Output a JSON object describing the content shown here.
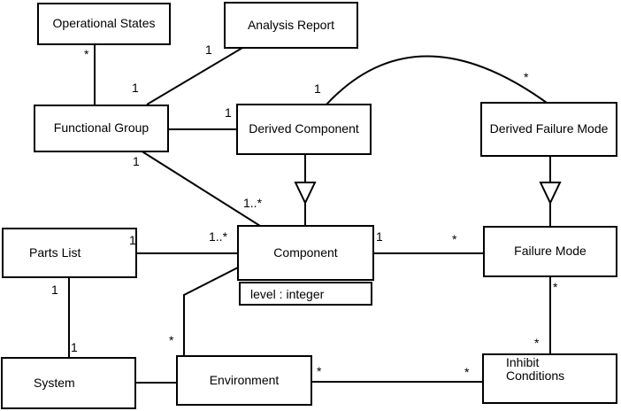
{
  "diagram": {
    "type": "uml-class-diagram",
    "classes": [
      {
        "id": "operational-states",
        "name": "Operational States"
      },
      {
        "id": "analysis-report",
        "name": "Analysis Report"
      },
      {
        "id": "functional-group",
        "name": "Functional Group"
      },
      {
        "id": "derived-component",
        "name": "Derived Component"
      },
      {
        "id": "derived-failure-mode",
        "name": "Derived Failure Mode"
      },
      {
        "id": "component",
        "name": "Component",
        "attributes": [
          "level : integer"
        ]
      },
      {
        "id": "failure-mode",
        "name": "Failure Mode"
      },
      {
        "id": "parts-list",
        "name": "Parts List"
      },
      {
        "id": "system",
        "name": "System"
      },
      {
        "id": "environment",
        "name": "Environment"
      },
      {
        "id": "inhibit-conditions",
        "name": "Inhibit Conditions"
      }
    ],
    "associations": [
      {
        "from": "Operational States",
        "to": "Functional Group",
        "from_mult": "*",
        "to_mult": "",
        "type": "association"
      },
      {
        "from": "Analysis Report",
        "to": "Functional Group",
        "from_mult": "1",
        "to_mult": "1",
        "type": "association"
      },
      {
        "from": "Functional Group",
        "to": "Derived Component",
        "from_mult": "",
        "to_mult": "1",
        "type": "association"
      },
      {
        "from": "Derived Component",
        "to": "Derived Failure Mode",
        "from_mult": "1",
        "to_mult": "*",
        "type": "association-arc"
      },
      {
        "from": "Functional Group",
        "to": "Component",
        "from_mult": "1",
        "to_mult": "1..*",
        "type": "association"
      },
      {
        "from": "Derived Component",
        "to": "Component",
        "from_mult": "",
        "to_mult": "",
        "type": "generalization"
      },
      {
        "from": "Derived Failure Mode",
        "to": "Failure Mode",
        "from_mult": "",
        "to_mult": "",
        "type": "generalization"
      },
      {
        "from": "Parts List",
        "to": "Component",
        "from_mult": "1",
        "to_mult": "1..*",
        "type": "association"
      },
      {
        "from": "Component",
        "to": "Failure Mode",
        "from_mult": "1",
        "to_mult": "*",
        "type": "association"
      },
      {
        "from": "Parts List",
        "to": "System",
        "from_mult": "1",
        "to_mult": "1",
        "type": "association"
      },
      {
        "from": "Component",
        "to": "Environment",
        "from_mult": "",
        "to_mult": "*",
        "type": "association"
      },
      {
        "from": "System",
        "to": "Environment",
        "from_mult": "",
        "to_mult": "",
        "type": "association"
      },
      {
        "from": "Environment",
        "to": "Inhibit Conditions",
        "from_mult": "*",
        "to_mult": "*",
        "type": "association"
      },
      {
        "from": "Failure Mode",
        "to": "Inhibit Conditions",
        "from_mult": "*",
        "to_mult": "*",
        "type": "association"
      }
    ],
    "multiplicities": [
      {
        "id": "os-fg-at-os",
        "text": "*"
      },
      {
        "id": "ar-fg-at-fg",
        "text": "1"
      },
      {
        "id": "ar-fg-at-ar",
        "text": "1"
      },
      {
        "id": "fg-dc-at-dc",
        "text": "1"
      },
      {
        "id": "dc-dfm-at-dc",
        "text": "1"
      },
      {
        "id": "dc-dfm-at-dfm",
        "text": "*"
      },
      {
        "id": "fg-comp-at-fg",
        "text": "1"
      },
      {
        "id": "fg-comp-at-comp",
        "text": "1..*"
      },
      {
        "id": "pl-comp-at-pl",
        "text": "1"
      },
      {
        "id": "pl-comp-at-comp",
        "text": "1..*"
      },
      {
        "id": "comp-fm-at-comp",
        "text": "1"
      },
      {
        "id": "comp-fm-at-fm",
        "text": "*"
      },
      {
        "id": "pl-sys-at-pl",
        "text": "1"
      },
      {
        "id": "pl-sys-at-sys",
        "text": "1"
      },
      {
        "id": "comp-env-at-env",
        "text": "*"
      },
      {
        "id": "env-ic-at-env",
        "text": "*"
      },
      {
        "id": "env-ic-at-ic",
        "text": "*"
      },
      {
        "id": "fm-ic-at-fm",
        "text": "*"
      },
      {
        "id": "fm-ic-at-ic",
        "text": "*"
      }
    ]
  },
  "colors": {
    "line": "#000000",
    "box_border": "#000000",
    "box_fill": "#ffffff",
    "text": "#000000",
    "background": "#ffffff"
  }
}
